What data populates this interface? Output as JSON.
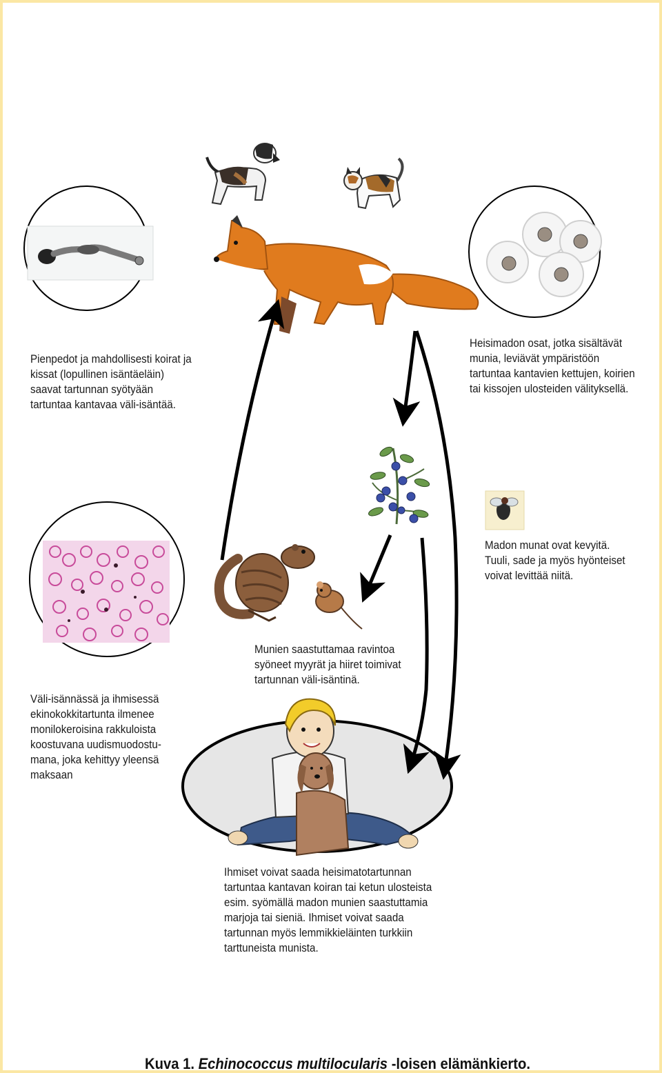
{
  "texts": {
    "final_host": [
      "Pienpedot ja mahdollisesti  koirat ja",
      "kissat  (lopullinen isäntäeläin)",
      "saavat tartunnan syötyään",
      "tartuntaa kantavaa väli-isäntää."
    ],
    "eggs_spread": [
      "Heisimadon osat, jotka sisältävät",
      "munia,  leviävät ympäristöön",
      "tartuntaa kantavien kettujen, koirien",
      "tai kissojen ulosteiden välityksellä."
    ],
    "light_eggs": [
      "Madon munat ovat kevyitä.",
      "Tuuli, sade ja myös hyönteiset",
      "voivat levittää niitä."
    ],
    "rodents": [
      "Munien saastuttamaa ravintoa",
      "syöneet myyrät ja hiiret toimivat",
      "tartunnan väli-isäntinä."
    ],
    "intermediate_host": [
      "Väli-isännässä ja ihmisessä",
      "ekinokokkitartunta ilmenee",
      "monilokeroisina rakkuloista",
      "koostuvana uudismuodostu-",
      "mana, joka kehittyy yleensä",
      "maksaan"
    ],
    "humans": [
      "Ihmiset voivat saada heisimatotartunnan",
      "tartuntaa kantavan koiran tai ketun ulosteista",
      "esim. syömällä madon munien saastuttamia",
      "marjoja tai sieniä.  Ihmiset voivat saada",
      "tartunnan myös lemmikkieläinten turkkiin",
      "tarttuneista munista."
    ]
  },
  "caption": {
    "prefix": "Kuva 1. ",
    "species": "Echinococcus multilocularis",
    "suffix": " -loisen elämänkierto."
  },
  "colors": {
    "frame": "#fbe7a4",
    "fox": "#e07b1e",
    "berry": "#3b4fa8",
    "tissue": "#c84b9a",
    "human_zone": "#e6e6e6"
  },
  "icons": [
    "tapeworm",
    "dog",
    "cat",
    "fox",
    "eggs",
    "blueberry",
    "fly",
    "vole",
    "mouse",
    "tissue",
    "child",
    "puppy"
  ]
}
